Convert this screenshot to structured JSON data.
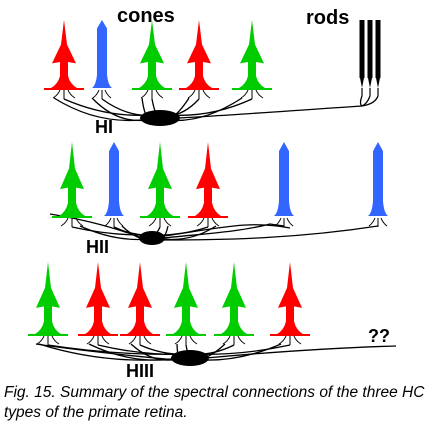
{
  "labels": {
    "cones": "cones",
    "rods": "rods",
    "h1": "HI",
    "h2": "HII",
    "h3": "HIII",
    "unknown": "??"
  },
  "caption": "Fig. 15. Summary of the spectral connections of the three HC types of the primate retina.",
  "colors": {
    "red": "#ff0000",
    "green": "#00cc00",
    "blue": "#3366ff",
    "dark": "#000000"
  },
  "rows": [
    {
      "name": "HI",
      "cones": [
        "red",
        "blue",
        "green",
        "red",
        "green"
      ],
      "rods": 3
    },
    {
      "name": "HII",
      "cones": [
        "green",
        "blue",
        "green",
        "red",
        "blue",
        "blue"
      ],
      "rods": 0
    },
    {
      "name": "HIII",
      "cones": [
        "green",
        "red",
        "red",
        "green",
        "green",
        "red"
      ],
      "rods": 0
    }
  ]
}
